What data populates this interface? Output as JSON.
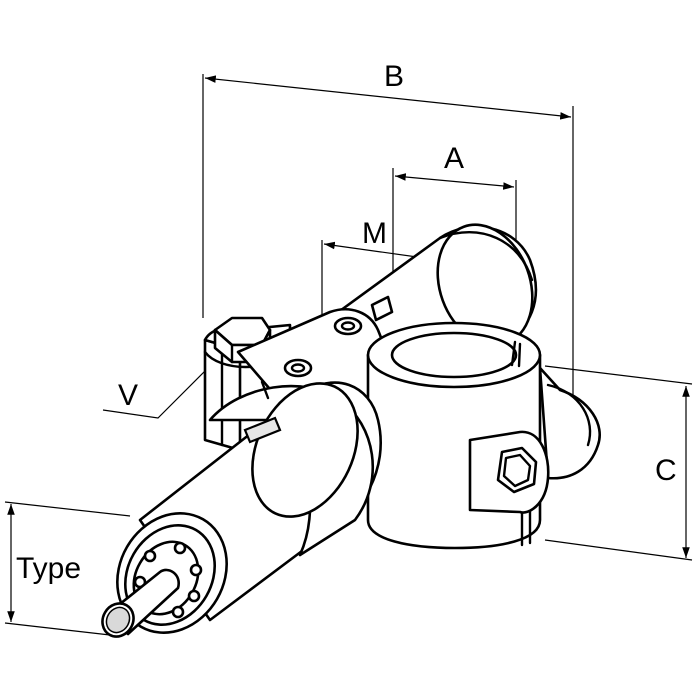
{
  "diagram": {
    "labels": {
      "b": "B",
      "a": "A",
      "m": "M",
      "v": "V",
      "c": "C",
      "type": "Type"
    }
  }
}
